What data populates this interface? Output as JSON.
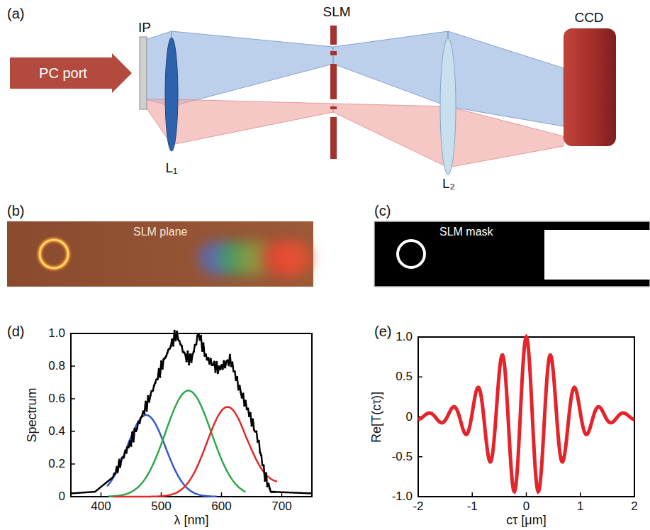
{
  "diagram": {
    "nodes": [
      {
        "text": [
          "PC port"
        ]
      },
      {
        "text": [
          "IP"
        ]
      },
      {
        "text": [
          "L₁"
        ]
      },
      {
        "text": [
          "SLM"
        ]
      },
      {
        "text": [
          "L₂"
        ]
      },
      {
        "text": [
          "CCD"
        ]
      },
      {
        "text": [
          "SLM plane"
        ]
      },
      {
        "text": [
          "SLM mask"
        ]
      }
    ],
    "labels": [
      "(a)",
      "(b)",
      "(c)",
      "(d)",
      "(e)",
      "1.0",
      "0.8",
      "0.6",
      "0.4",
      "0.2",
      "0",
      "Spectrum",
      "400",
      "500",
      "600",
      "700",
      "λ [nm]",
      "1.0",
      "0.5",
      "0",
      "-0.5",
      "-1.0",
      "Re[T(cτ)]",
      "-2",
      "-1",
      "0",
      "1",
      "2",
      "cτ [μm]"
    ]
  }
}
